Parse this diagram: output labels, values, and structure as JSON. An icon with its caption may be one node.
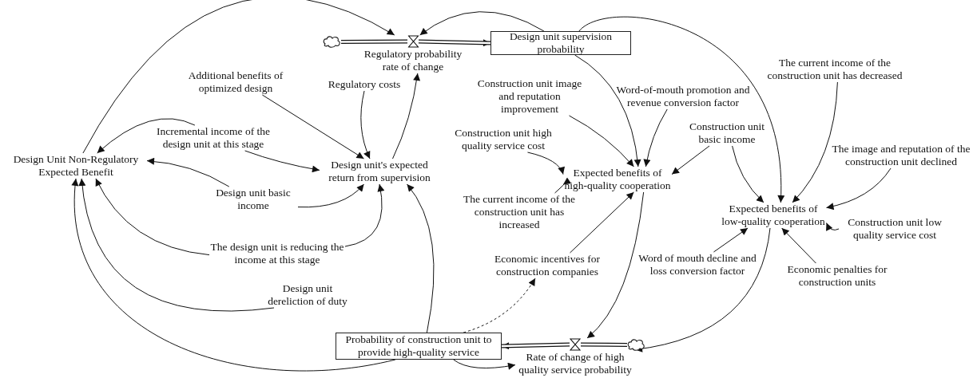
{
  "diagram": {
    "nodes": [
      {
        "text": [],
        "shape": "cloud"
      },
      {
        "text": [
          "Regulatory probability rate of change"
        ]
      },
      {
        "text": [
          "Design unit supervision probability"
        ]
      },
      {
        "text": [
          "Additional benefits of optimized design"
        ]
      },
      {
        "text": [
          "Regulatory costs"
        ]
      },
      {
        "text": [
          "Design Unit Non-Regulatory Expected Benefit"
        ]
      },
      {
        "text": [
          "Incremental income of the design unit at this stage"
        ]
      },
      {
        "text": [
          "Design unit's expected return from supervision"
        ]
      },
      {
        "text": [
          "Design unit basic income"
        ]
      },
      {
        "text": [
          "The design unit is reducing the income at this stage"
        ]
      },
      {
        "text": [
          "Design unit dereliction of duty"
        ]
      },
      {
        "text": [
          "Construction unit image and reputation improvement"
        ]
      },
      {
        "text": [
          "Word-of-mouth promotion and revenue conversion factor"
        ]
      },
      {
        "text": [
          "Construction unit high quality service cost"
        ]
      },
      {
        "text": [
          "Construction unit basic income"
        ]
      },
      {
        "text": [
          "The current income of the construction unit has decreased"
        ]
      },
      {
        "text": [
          "Expected benefits of high-quality cooperation"
        ]
      },
      {
        "text": [
          "The image and reputation of the construction unit declined"
        ]
      },
      {
        "text": [
          "The current income of the construction unit has increased"
        ]
      },
      {
        "text": [
          "Expected benefits of low-quality cooperation"
        ]
      },
      {
        "text": [
          "Construction unit low quality service cost"
        ]
      },
      {
        "text": [
          "Economic incentives for construction companies"
        ]
      },
      {
        "text": [
          "Word of mouth decline and loss conversion factor"
        ]
      },
      {
        "text": [
          "Economic penalties for construction units"
        ]
      },
      {
        "text": [
          "Probability of construction unit to provide high-quality service"
        ]
      },
      {
        "text": [
          "Rate of change of high quality service probability"
        ]
      },
      {
        "text": [],
        "shape": "cloud"
      }
    ],
    "edges": [
      {
        "from": 0,
        "to": 1,
        "arrow": "none",
        "style": "thick"
      },
      {
        "from": 1,
        "to": 2,
        "arrow": "to",
        "style": "thick"
      },
      {
        "from": 26,
        "to": 25,
        "arrow": "none",
        "style": "thick"
      },
      {
        "from": 25,
        "to": 24,
        "arrow": "to",
        "style": "thick"
      },
      {
        "from": 5,
        "to": 1,
        "arrow": "to"
      },
      {
        "from": 2,
        "to": 1,
        "arrow": "to"
      },
      {
        "from": 2,
        "to": 16,
        "arrow": "to"
      },
      {
        "from": 2,
        "to": 19,
        "arrow": "to"
      },
      {
        "from": 3,
        "to": 7,
        "arrow": "to"
      },
      {
        "from": 4,
        "to": 7,
        "arrow": "to"
      },
      {
        "from": 7,
        "to": 1,
        "arrow": "to"
      },
      {
        "from": 6,
        "to": 5,
        "arrow": "to"
      },
      {
        "from": 6,
        "to": 7,
        "arrow": "to"
      },
      {
        "from": 8,
        "to": 5,
        "arrow": "to"
      },
      {
        "from": 8,
        "to": 7,
        "arrow": "to"
      },
      {
        "from": 9,
        "to": 5,
        "arrow": "to"
      },
      {
        "from": 9,
        "to": 7,
        "arrow": "to"
      },
      {
        "from": 10,
        "to": 5,
        "arrow": "to"
      },
      {
        "from": 24,
        "to": 5,
        "arrow": "to"
      },
      {
        "from": 24,
        "to": 7,
        "arrow": "to"
      },
      {
        "from": 24,
        "to": 21,
        "arrow": "to",
        "style": "dashed"
      },
      {
        "from": 24,
        "to": 25,
        "arrow": "to"
      },
      {
        "from": 11,
        "to": 16,
        "arrow": "to"
      },
      {
        "from": 12,
        "to": 16,
        "arrow": "to"
      },
      {
        "from": 13,
        "to": 16,
        "arrow": "to"
      },
      {
        "from": 18,
        "to": 16,
        "arrow": "to"
      },
      {
        "from": 21,
        "to": 16,
        "arrow": "to"
      },
      {
        "from": 14,
        "to": 16,
        "arrow": "to"
      },
      {
        "from": 14,
        "to": 19,
        "arrow": "to"
      },
      {
        "from": 15,
        "to": 19,
        "arrow": "to"
      },
      {
        "from": 17,
        "to": 19,
        "arrow": "to"
      },
      {
        "from": 20,
        "to": 19,
        "arrow": "to"
      },
      {
        "from": 23,
        "to": 19,
        "arrow": "to"
      },
      {
        "from": 22,
        "to": 19,
        "arrow": "to"
      },
      {
        "from": 16,
        "to": 25,
        "arrow": "to"
      },
      {
        "from": 19,
        "to": 25,
        "arrow": "to"
      }
    ]
  }
}
